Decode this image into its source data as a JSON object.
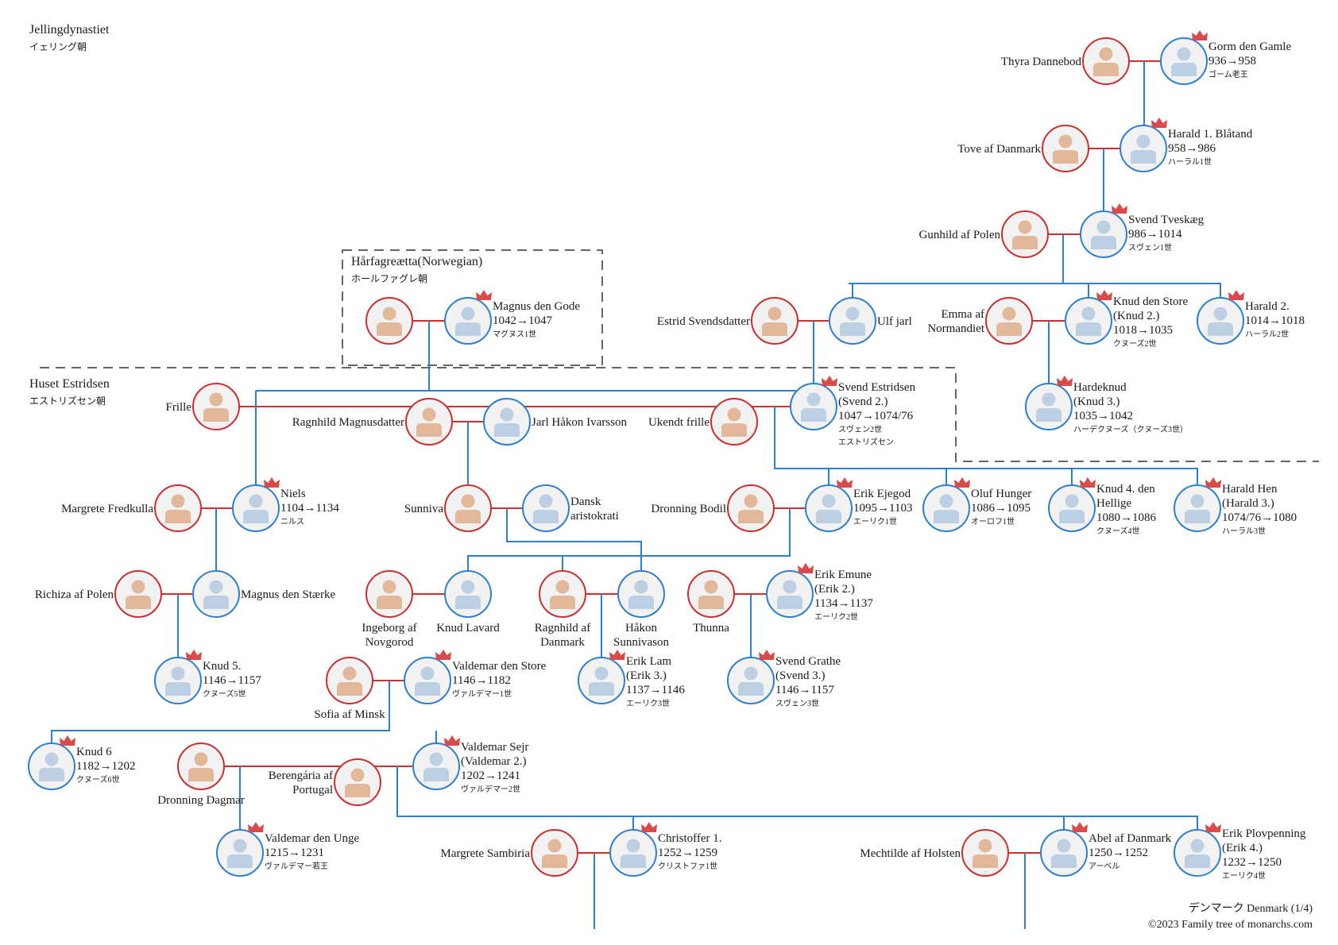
{
  "dynasties": [
    {
      "id": "jelling",
      "name": "Jellingdynastiet",
      "jp": "イェリング朝"
    },
    {
      "id": "harfagre",
      "name": "Hårfagreætta(Norwegian)",
      "jp": "ホールファグレ朝"
    },
    {
      "id": "estridsen",
      "name": "Huset Estridsen",
      "jp": "エストリズセン朝"
    }
  ],
  "footer": {
    "line1": "デンマーク Denmark (1/4)",
    "line2": "©2023 Family tree of monarchs.com"
  },
  "colors": {
    "male": "#2f7fd0",
    "female": "#cc2f2f",
    "crown": "#d94a4a",
    "male_fig": "#bccfe3",
    "female_fig": "#e2b89b",
    "spouse_line": "#cc2f2f"
  },
  "persons": [
    {
      "id": "thyra",
      "sex": "f",
      "lines": [
        "Thyra Dannebod"
      ],
      "crown": false
    },
    {
      "id": "gorm",
      "sex": "m",
      "lines": [
        "Gorm den Gamle",
        "936→958",
        "ゴーム老王"
      ],
      "crown": true
    },
    {
      "id": "tove",
      "sex": "f",
      "lines": [
        "Tove af Danmark"
      ],
      "crown": false
    },
    {
      "id": "harald1",
      "sex": "m",
      "lines": [
        "Harald 1. Blåtand",
        "958→986",
        "ハーラル1世"
      ],
      "crown": true
    },
    {
      "id": "gunhild",
      "sex": "f",
      "lines": [
        "Gunhild af Polen"
      ],
      "crown": false
    },
    {
      "id": "svendt",
      "sex": "m",
      "lines": [
        "Svend Tveskæg",
        "986→1014",
        "スヴェン1世"
      ],
      "crown": true
    },
    {
      "id": "estrid",
      "sex": "f",
      "lines": [
        "Estrid Svendsdatter"
      ],
      "crown": false
    },
    {
      "id": "ulf",
      "sex": "m",
      "lines": [
        "Ulf jarl"
      ],
      "crown": false
    },
    {
      "id": "emma",
      "sex": "f",
      "lines": [
        "Emma af",
        "Normandiet"
      ],
      "crown": false
    },
    {
      "id": "knud2",
      "sex": "m",
      "lines": [
        "Knud den Store",
        "(Knud 2.)",
        "1018→1035",
        "クヌーズ2世"
      ],
      "crown": true
    },
    {
      "id": "harald2",
      "sex": "m",
      "lines": [
        "Harald 2.",
        "1014→1018",
        "ハーラル2世"
      ],
      "crown": true
    },
    {
      "id": "hardeknud",
      "sex": "m",
      "lines": [
        "Hardeknud",
        "(Knud 3.)",
        "1035→1042",
        "ハーデクヌーズ（クヌーズ3世）"
      ],
      "crown": true
    },
    {
      "id": "magnusw",
      "sex": "f",
      "lines": [],
      "crown": false
    },
    {
      "id": "magnus",
      "sex": "m",
      "lines": [
        "Magnus den Gode",
        "1042→1047",
        "マグヌス1世"
      ],
      "crown": true
    },
    {
      "id": "frille",
      "sex": "f",
      "lines": [
        "Frille"
      ],
      "crown": false
    },
    {
      "id": "svende",
      "sex": "m",
      "lines": [
        "Svend Estridsen",
        "(Svend 2.)",
        "1047→1074/76",
        "スヴェン2世",
        "エストリズセン"
      ],
      "crown": true
    },
    {
      "id": "ragnhildm",
      "sex": "f",
      "lines": [
        "Ragnhild Magnusdatter"
      ],
      "crown": false
    },
    {
      "id": "jarlhakon",
      "sex": "m",
      "lines": [
        "Jarl Håkon Ivarsson"
      ],
      "crown": false
    },
    {
      "id": "ukendt",
      "sex": "f",
      "lines": [
        "Ukendt frille"
      ],
      "crown": false
    },
    {
      "id": "margretef",
      "sex": "f",
      "lines": [
        "Margrete Fredkulla"
      ],
      "crown": false
    },
    {
      "id": "niels",
      "sex": "m",
      "lines": [
        "Niels",
        "1104→1134",
        "ニルス"
      ],
      "crown": true
    },
    {
      "id": "sunniva",
      "sex": "f",
      "lines": [
        "Sunniva"
      ],
      "crown": false
    },
    {
      "id": "dansk",
      "sex": "m",
      "lines": [
        "Dansk",
        "aristokrati"
      ],
      "crown": false
    },
    {
      "id": "bodil",
      "sex": "f",
      "lines": [
        "Dronning Bodil"
      ],
      "crown": false
    },
    {
      "id": "erikej",
      "sex": "m",
      "lines": [
        "Erik Ejegod",
        "1095→1103",
        "エーリク1世"
      ],
      "crown": true
    },
    {
      "id": "oluf",
      "sex": "m",
      "lines": [
        "Oluf Hunger",
        "1086→1095",
        "オーロフ1世"
      ],
      "crown": true
    },
    {
      "id": "knud4",
      "sex": "m",
      "lines": [
        "Knud 4. den",
        "Hellige",
        "1080→1086",
        "クヌーズ4世"
      ],
      "crown": true
    },
    {
      "id": "haraldhen",
      "sex": "m",
      "lines": [
        "Harald Hen",
        "(Harald 3.)",
        "1074/76→1080",
        "ハーラル3世"
      ],
      "crown": true
    },
    {
      "id": "richiza",
      "sex": "f",
      "lines": [
        "Richiza af Polen"
      ],
      "crown": false
    },
    {
      "id": "magnuss",
      "sex": "m",
      "lines": [
        "Magnus den Stærke"
      ],
      "crown": false
    },
    {
      "id": "ingeborg",
      "sex": "f",
      "lines": [
        "Ingeborg af",
        "Novgorod"
      ],
      "crown": false
    },
    {
      "id": "knudl",
      "sex": "m",
      "lines": [
        "Knud Lavard"
      ],
      "crown": false
    },
    {
      "id": "ragnhilda",
      "sex": "f",
      "lines": [
        "Ragnhild af",
        "Danmark"
      ],
      "crown": false
    },
    {
      "id": "hakons",
      "sex": "m",
      "lines": [
        "Håkon",
        "Sunnivason"
      ],
      "crown": false
    },
    {
      "id": "thunna",
      "sex": "f",
      "lines": [
        "Thunna"
      ],
      "crown": false
    },
    {
      "id": "erikem",
      "sex": "m",
      "lines": [
        "Erik Emune",
        "(Erik 2.)",
        "1134→1137",
        "エーリク2世"
      ],
      "crown": true
    },
    {
      "id": "knud5",
      "sex": "m",
      "lines": [
        "Knud 5.",
        "1146→1157",
        "クヌーズ5世"
      ],
      "crown": true
    },
    {
      "id": "sofia",
      "sex": "f",
      "lines": [
        "Sofia af Minsk"
      ],
      "crown": false
    },
    {
      "id": "valdemar1",
      "sex": "m",
      "lines": [
        "Valdemar den Store",
        "1146→1182",
        "ヴァルデマー1世"
      ],
      "crown": true
    },
    {
      "id": "eriklam",
      "sex": "m",
      "lines": [
        "Erik Lam",
        " (Erik 3.)",
        "1137→1146",
        "エーリク3世"
      ],
      "crown": true
    },
    {
      "id": "svendg",
      "sex": "m",
      "lines": [
        "Svend Grathe",
        "(Svend 3.)",
        "1146→1157",
        "スヴェン3世"
      ],
      "crown": true
    },
    {
      "id": "knud6",
      "sex": "m",
      "lines": [
        "Knud 6",
        "1182→1202",
        "クヌーズ6世"
      ],
      "crown": true
    },
    {
      "id": "dagmar",
      "sex": "f",
      "lines": [
        "Dronning Dagmar"
      ],
      "crown": false
    },
    {
      "id": "berengaria",
      "sex": "f",
      "lines": [
        "Berengária af",
        "Portugal"
      ],
      "crown": false
    },
    {
      "id": "valdemar2",
      "sex": "m",
      "lines": [
        "Valdemar Sejr",
        "(Valdemar 2.)",
        "1202→1241",
        "ヴァルデマー2世"
      ],
      "crown": true
    },
    {
      "id": "valdemaru",
      "sex": "m",
      "lines": [
        "Valdemar den Unge",
        "1215→1231",
        "ヴァルデマー若王"
      ],
      "crown": true
    },
    {
      "id": "margretes",
      "sex": "f",
      "lines": [
        "Margrete Sambiria"
      ],
      "crown": false
    },
    {
      "id": "christoffer",
      "sex": "m",
      "lines": [
        "Christoffer 1.",
        "1252→1259",
        "クリストファ1世"
      ],
      "crown": true
    },
    {
      "id": "mechtilde",
      "sex": "f",
      "lines": [
        "Mechtilde af Holsten"
      ],
      "crown": false
    },
    {
      "id": "abel",
      "sex": "m",
      "lines": [
        "Abel af Danmark",
        "1250→1252",
        "アーベル"
      ],
      "crown": true
    },
    {
      "id": "erikplov",
      "sex": "m",
      "lines": [
        "Erik Plovpenning",
        "(Erik 4.)",
        "1232→1250",
        "エーリク4世"
      ],
      "crown": true
    }
  ]
}
